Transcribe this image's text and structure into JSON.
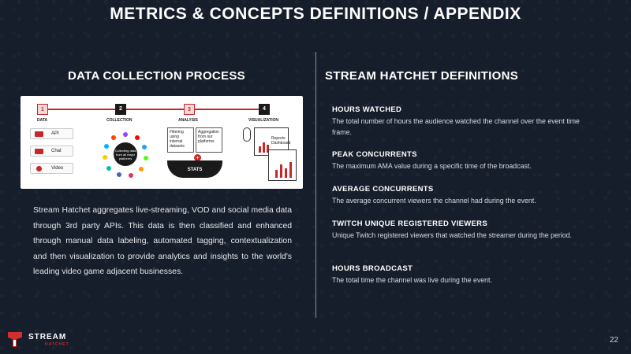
{
  "title": "METRICS & CONCEPTS DEFINITIONS / APPENDIX",
  "left": {
    "heading": "DATA COLLECTION PROCESS",
    "diagram": {
      "steps": [
        {
          "num": "1",
          "label": "DATA"
        },
        {
          "num": "2",
          "label": "COLLECTION"
        },
        {
          "num": "3",
          "label": "ANALYSIS"
        },
        {
          "num": "4",
          "label": "VISUALIZATION"
        }
      ],
      "sources": [
        "API",
        "Chat",
        "Video"
      ],
      "hub_text": "Collecting data from all major platforms",
      "filter_text": "Filtering using internal datasets",
      "aggregate_text": "Aggregation from our platforms",
      "stats_label": "STATS",
      "reports_text": "Reports Dashboard",
      "accent": "#c62828"
    },
    "description": "Stream Hatchet aggregates live-streaming, VOD and social media data through 3rd party APIs. This data is then classified and enhanced through manual data labeling, automated tagging, contextualization and then visualization to provide analytics and insights to the world's leading video game adjacent businesses."
  },
  "right": {
    "heading": "STREAM HATCHET DEFINITIONS",
    "definitions": [
      {
        "term": "HOURS WATCHED",
        "text": "The total number of hours the audience watched the channel over the event time frame."
      },
      {
        "term": "PEAK CONCURRENTS",
        "text": "The maximum AMA value during a specific time of the broadcast."
      },
      {
        "term": "AVERAGE CONCURRENTS",
        "text": "The average concurrent viewers the channel had during the event."
      },
      {
        "term": "TWITCH UNIQUE REGISTERED VIEWERS",
        "text": "Unique Twitch registered viewers that watched the streamer during the period."
      },
      {
        "term": "HOURS BROADCAST",
        "text": "The total time the channel was live during the event."
      }
    ]
  },
  "footer": {
    "logo_main": "STREAM",
    "logo_sub": "HATCHET",
    "page_number": "22"
  }
}
